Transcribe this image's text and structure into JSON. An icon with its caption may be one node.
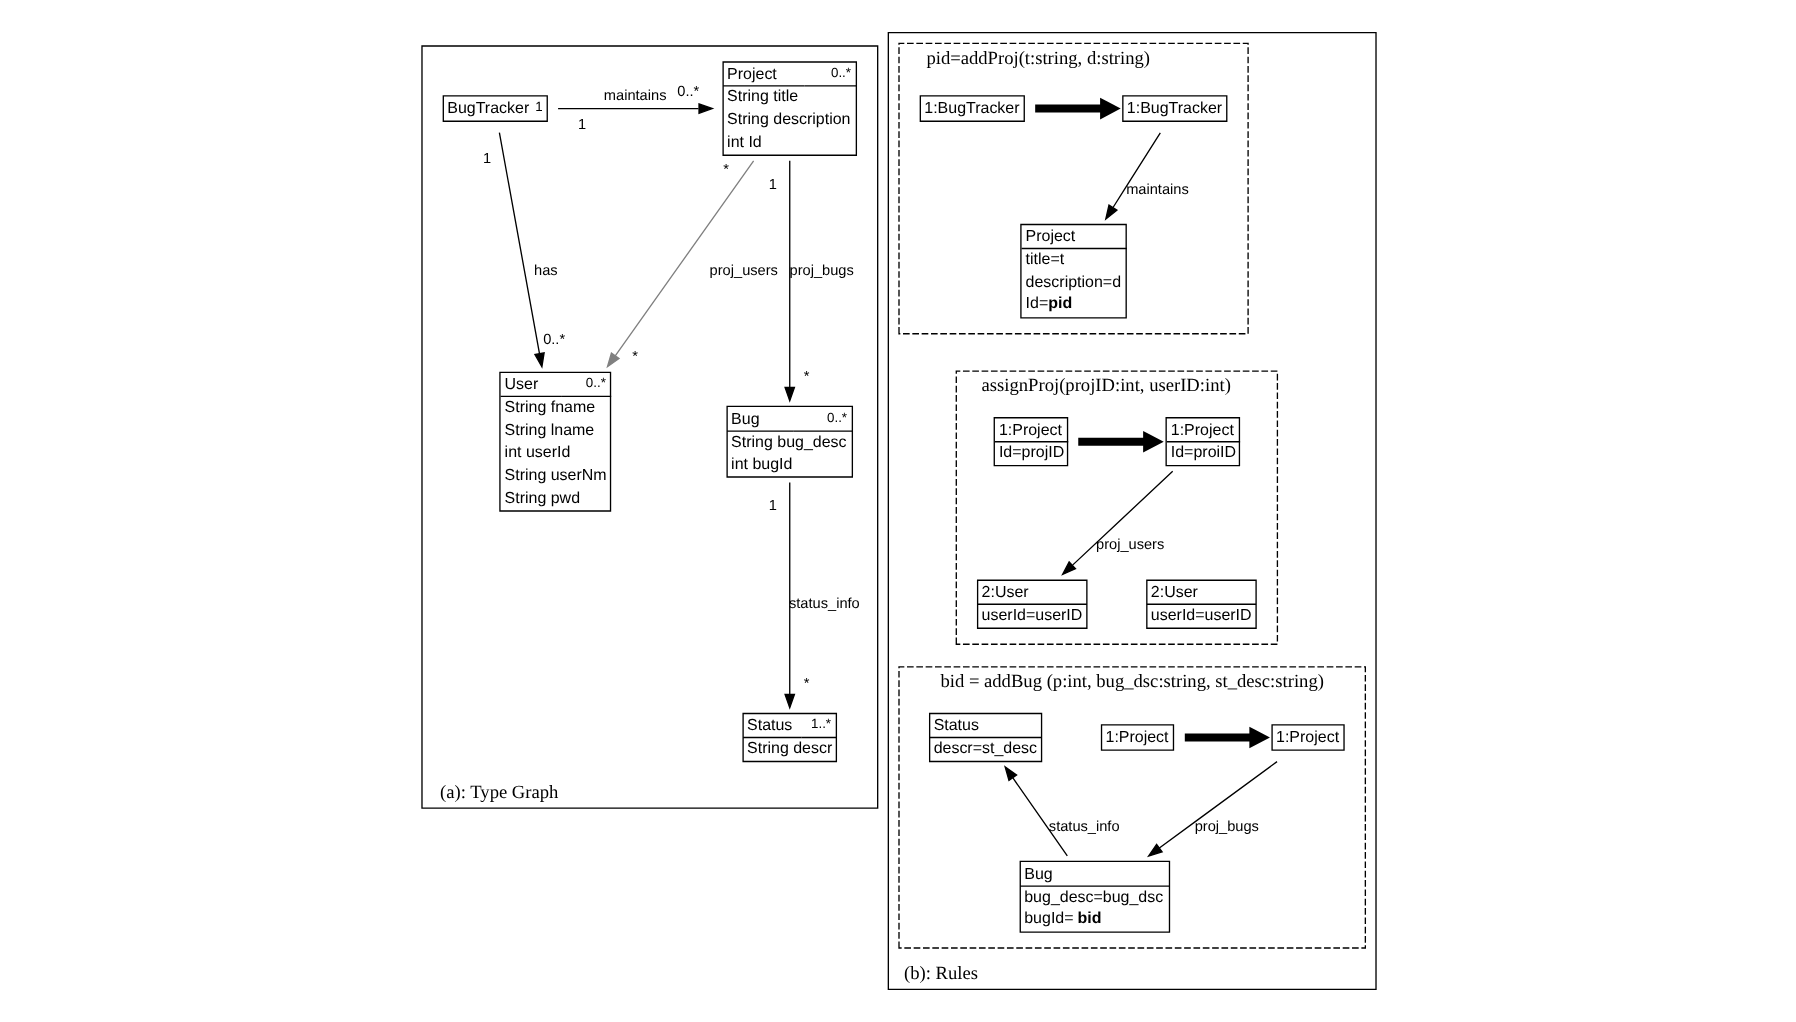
{
  "diagram": {
    "nodes": [
      {
        "text": [
          "(a): Type Graph"
        ]
      },
      {
        "text": [
          "BugTracker",
          "1"
        ],
        "in": 0
      },
      {
        "text": [
          "Project",
          "0..*",
          "String title",
          "String description",
          "int Id"
        ],
        "in": 0
      },
      {
        "text": [
          "User",
          "0..*",
          "String fname",
          "String lname",
          "int userId",
          "String userNm",
          "String pwd"
        ],
        "in": 0
      },
      {
        "text": [
          "Bug",
          "0..*",
          "String bug_desc",
          "int bugId"
        ],
        "in": 0
      },
      {
        "text": [
          "Status",
          "1..*",
          "String descr"
        ],
        "in": 0
      },
      {
        "text": [
          "(b): Rules"
        ]
      },
      {
        "text": [
          "pid=addProj(t:string, d:string)"
        ],
        "in": 6
      },
      {
        "text": [
          "1:BugTracker"
        ],
        "in": 7
      },
      {
        "text": [
          "1:BugTracker"
        ],
        "in": 7
      },
      {
        "text": [
          "Project",
          "title=t",
          "description=d",
          "Id=**pid**"
        ],
        "in": 7
      },
      {
        "text": [
          "assignProj(projID:int, userID:int)"
        ],
        "in": 6
      },
      {
        "text": [
          "1:Project",
          "Id=projID"
        ],
        "in": 11
      },
      {
        "text": [
          "2:User",
          "userId=userID"
        ],
        "in": 11
      },
      {
        "text": [
          "1:Project",
          "Id=proiID"
        ],
        "in": 11
      },
      {
        "text": [
          "2:User",
          "userId=userID"
        ],
        "in": 11
      },
      {
        "text": [
          "bid = addBug (p:int, bug_dsc:string, st_desc:string)"
        ],
        "in": 6
      },
      {
        "text": [
          "1:Project"
        ],
        "in": 16
      },
      {
        "text": [
          "1:Project"
        ],
        "in": 16
      },
      {
        "text": [
          "Status",
          "descr=st_desc"
        ],
        "in": 16
      },
      {
        "text": [
          "Bug",
          "bug_desc=bug_dsc",
          "bugId= **bid**"
        ],
        "in": 16
      }
    ],
    "edges": [
      {
        "from": 1,
        "to": 2,
        "arrow": "to",
        "label": "maintains"
      },
      {
        "from": 1,
        "to": 3,
        "arrow": "to",
        "label": "has"
      },
      {
        "from": 2,
        "to": 3,
        "arrow": "to",
        "label": "proj_users",
        "color": "#808080"
      },
      {
        "from": 2,
        "to": 4,
        "arrow": "to",
        "label": "proj_bugs"
      },
      {
        "from": 4,
        "to": 5,
        "arrow": "to",
        "label": "status_info"
      },
      {
        "from": 8,
        "to": 9,
        "arrow": "to",
        "style": "thick"
      },
      {
        "from": 9,
        "to": 10,
        "arrow": "to",
        "label": "maintains"
      },
      {
        "from": 12,
        "to": 14,
        "arrow": "to",
        "style": "thick"
      },
      {
        "from": 14,
        "to": 15,
        "arrow": "to",
        "label": "proj_users"
      },
      {
        "from": 17,
        "to": 18,
        "arrow": "to",
        "style": "thick"
      },
      {
        "from": 18,
        "to": 20,
        "arrow": "to",
        "label": "proj_bugs"
      },
      {
        "from": 20,
        "to": 19,
        "arrow": "to",
        "label": "status_info"
      }
    ],
    "labels": [
      "1",
      "0..*",
      "1",
      "*",
      "1",
      "0..*",
      "*",
      "*",
      "1",
      "*"
    ]
  }
}
